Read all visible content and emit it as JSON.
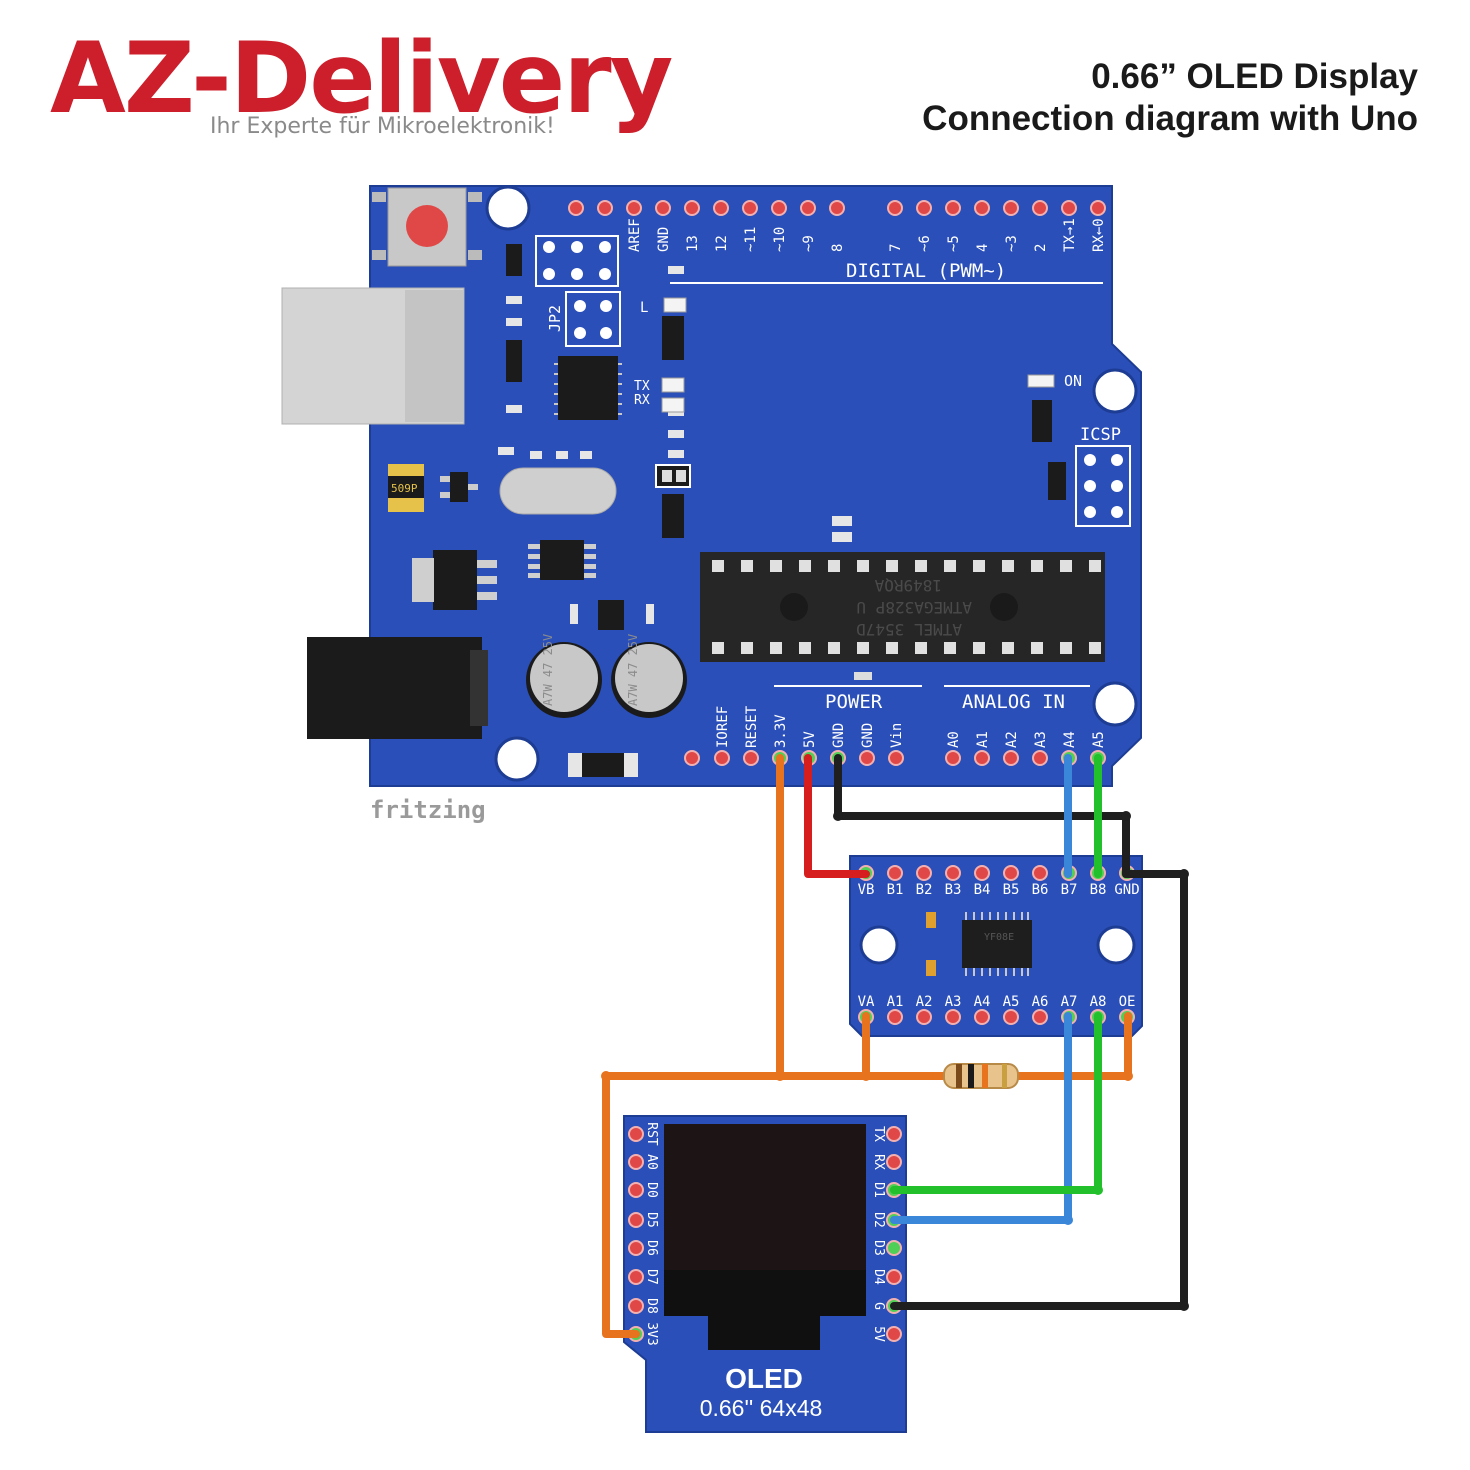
{
  "brand": {
    "name": "AZ-Delivery",
    "tagline": "Ihr Experte für Mikroelektronik!",
    "color": "#cc1f2b"
  },
  "title": {
    "line1": "0.66” OLED Display",
    "line2": "Connection diagram with Uno"
  },
  "credit": "fritzing",
  "uno": {
    "digital_header": "DIGITAL (PWM~)",
    "digital_pins": [
      "AREF",
      "GND",
      "13",
      "12",
      "~11",
      "~10",
      "~9",
      "8",
      "7",
      "~6",
      "~5",
      "4",
      "~3",
      "2",
      "TX→1",
      "RX←0"
    ],
    "icsp": "ICSP",
    "on_label": "ON",
    "jp2": "JP2",
    "l_label": "L",
    "tx_label": "TX",
    "rx_label": "RX",
    "chip_line1": "ATMEL 3547D",
    "chip_line2": "ATMEGA328P U",
    "chip_line3": "1849RQA",
    "cap_label": "A7W 47 25V",
    "fuse_label": "509P",
    "power_header": "POWER",
    "analog_header": "ANALOG IN",
    "power_pins": [
      "IOREF",
      "RESET",
      "3.3V",
      "5V",
      "GND",
      "GND",
      "Vin"
    ],
    "analog_pins": [
      "A0",
      "A1",
      "A2",
      "A3",
      "A4",
      "A5"
    ]
  },
  "shifter": {
    "top_pins": [
      "VB",
      "B1",
      "B2",
      "B3",
      "B4",
      "B5",
      "B6",
      "B7",
      "B8",
      "GND"
    ],
    "bottom_pins": [
      "VA",
      "A1",
      "A2",
      "A3",
      "A4",
      "A5",
      "A6",
      "A7",
      "A8",
      "OE"
    ],
    "chip_text": "YF08E"
  },
  "oled": {
    "name": "OLED",
    "spec": "0.66'' 64x48",
    "left_pins": [
      "RST",
      "A0",
      "D0",
      "D5",
      "D6",
      "D7",
      "D8",
      "3V3"
    ],
    "right_pins": [
      "TX",
      "RX",
      "D1",
      "D2",
      "D3",
      "D4",
      "G",
      "5V"
    ]
  },
  "colors": {
    "board_blue": "#2a4fb8",
    "wire_orange": "#e8731e",
    "wire_red": "#d61e1e",
    "wire_black": "#1f1f1f",
    "wire_blue": "#3a86d8",
    "wire_green": "#22c02a"
  }
}
